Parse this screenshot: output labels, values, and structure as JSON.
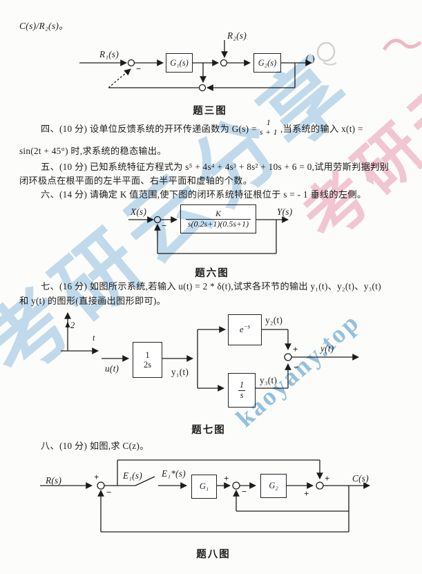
{
  "header": {
    "formula": "C(s)/R₂(s)。"
  },
  "problems": {
    "p4": {
      "line1_prefix": "四、(10 分) 设单位反馈系统的开环传递函数为 G(s) =",
      "frac_num": "1",
      "frac_den": "s + 1",
      "line1_suffix": ",当系统的输入 x(t) =",
      "line2": "sin(2t + 45°) 时,求系统的稳态输出。"
    },
    "p5": {
      "line1": "五、(10 分) 已知系统特征方程式为 s⁵ + 4s⁴ + 4s³ + 8s² + 10s + 6 = 0,试用劳斯判据判别",
      "line2": "闭环极点在根平面的左半平面、右半平面和虚轴的个数。"
    },
    "p6": {
      "line1": "六、(14 分) 请确定 K 值范围,使下图的闭环系统特征根位于 s = - 1 垂线的左侧。"
    },
    "p7": {
      "line1": "七、(16 分) 如图所示系统,若输入 u(t) = 2 * δ(t),试求各环节的输出 y₁(t)、y₂(t)、y₃(t)",
      "line2": "和 y(t) 的图形(直接画出图形即可)。"
    },
    "p8": {
      "line1": "八、(10 分) 如图,求 C(z)。"
    }
  },
  "signs": {
    "plus": "+",
    "minus": "−"
  },
  "fig3": {
    "caption": "题三图",
    "input1": "R₁(s)",
    "input2": "R₂(s)",
    "block_g1": "G₁(s)",
    "block_g2": "G₂(s)",
    "output": "( )"
  },
  "fig6": {
    "caption": "题六图",
    "input": "X(s)",
    "output": "Y(s)",
    "block_num": "K",
    "block_den": "s(0.2s+1)(0.5s+1)"
  },
  "fig7": {
    "caption": "题七图",
    "impulse_height": "2",
    "axis_label": "t",
    "input": "u(t)",
    "block1_num": "1",
    "block1_den": "2s",
    "y1": "y₁(t)",
    "block2_base": "e",
    "block2_sup": "−s",
    "y2": "y₂(t)",
    "block3_num": "1",
    "block3_den": "s",
    "y3": "y₃(t)",
    "output": "y(t)"
  },
  "fig8": {
    "caption": "题八图",
    "input": "R(s)",
    "e1": "E₁(s)",
    "e1_star": "E₁*(s)",
    "block_g1": "G₁",
    "block_g2": "G₂",
    "output": "C(s)"
  },
  "watermarks": {
    "hanzi": "考研云分享",
    "site": "kaoyany.top",
    "blue": "#9cc6e6",
    "pink": "#f0b4c4"
  }
}
